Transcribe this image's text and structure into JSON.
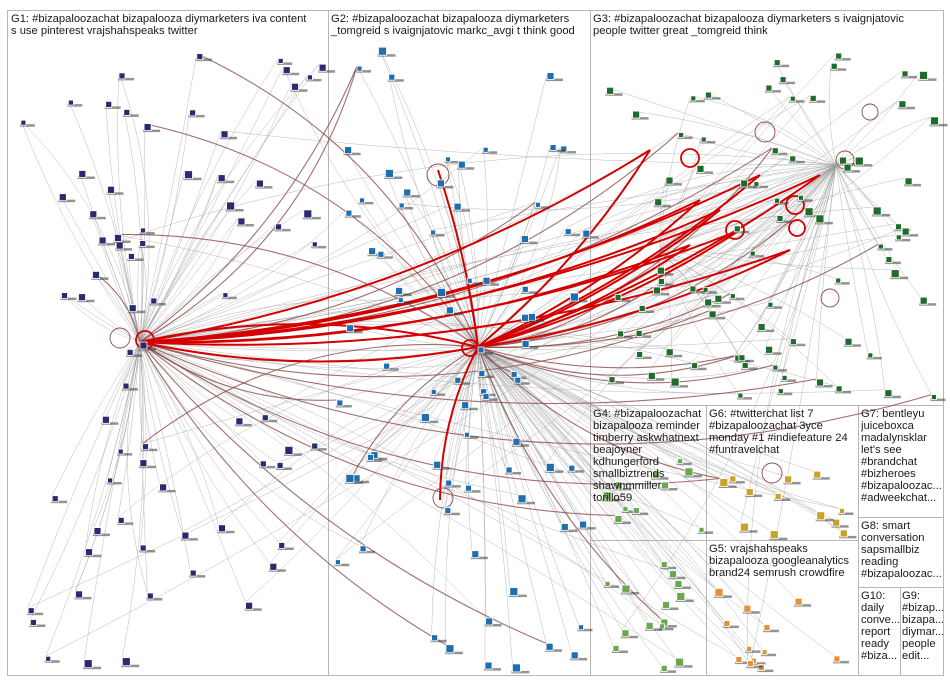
{
  "groups": [
    {
      "id": "G1",
      "label": "G1: #bizapaloozachat bizapalooza diymarketers iva content\ns use pinterest vrajshahspeaks twitter",
      "color": "#2a2a6e"
    },
    {
      "id": "G2",
      "label": "G2: #bizapaloozachat bizapalooza diymarketers\n_tomgreid s ivaignjatovic markc_avgi t think good",
      "color": "#1f6fb0"
    },
    {
      "id": "G3",
      "label": "G3: #bizapaloozachat bizapalooza diymarketers s ivaignjatovic\npeople twitter great _tomgreid think",
      "color": "#1f6b2a"
    },
    {
      "id": "G4",
      "label": "G4: #bizapaloozachat\nbizapalooza reminder\ntimberry askwhatnext\nbeajoyner\nkdhungerford\nsmallbiztrends\nshawnmmiller\ntorillo59",
      "color": "#6aa84f"
    },
    {
      "id": "G5",
      "label": "G5: vrajshahspeaks\nbizapalooza googleanalytics\nbrand24 semrush crowdfire",
      "color": "#e69138"
    },
    {
      "id": "G6",
      "label": "G6: #twitterchat list 7\n#bizapaloozachat 3yce\nmonday #1 #indiefeature 24\n#funtravelchat",
      "color": "#c9a227"
    },
    {
      "id": "G7",
      "label": "G7: bentleyu\njuiceboxca\nmadalynsklar\nlet's see\n#brandchat\n#bizheroes\n#bizapaloozac...\n#adweekchat...",
      "color": "#444444"
    },
    {
      "id": "G8",
      "label": "G8: smart\nconversation\nsapsmallbiz\nreading\n#bizapaloozac...",
      "color": "#444444"
    },
    {
      "id": "G9",
      "label": "G9:\n#bizap...\nbizapa...\ndiymar...\npeople\nedit...",
      "color": "#444444"
    },
    {
      "id": "G10",
      "label": "G10:\ndaily\nconve...\nreport\nready\n#biza...",
      "color": "#444444"
    }
  ],
  "colors": {
    "edge_gray": "#9a9a9a",
    "edge_brown": "#8c4a4a",
    "edge_red": "#d40000",
    "panel_border": "#b7b7b7"
  },
  "graph": {
    "hubs": [
      "G1-hub",
      "G2-hub",
      "G3-hub-a",
      "G3-hub-b"
    ],
    "self_loops": 14
  }
}
